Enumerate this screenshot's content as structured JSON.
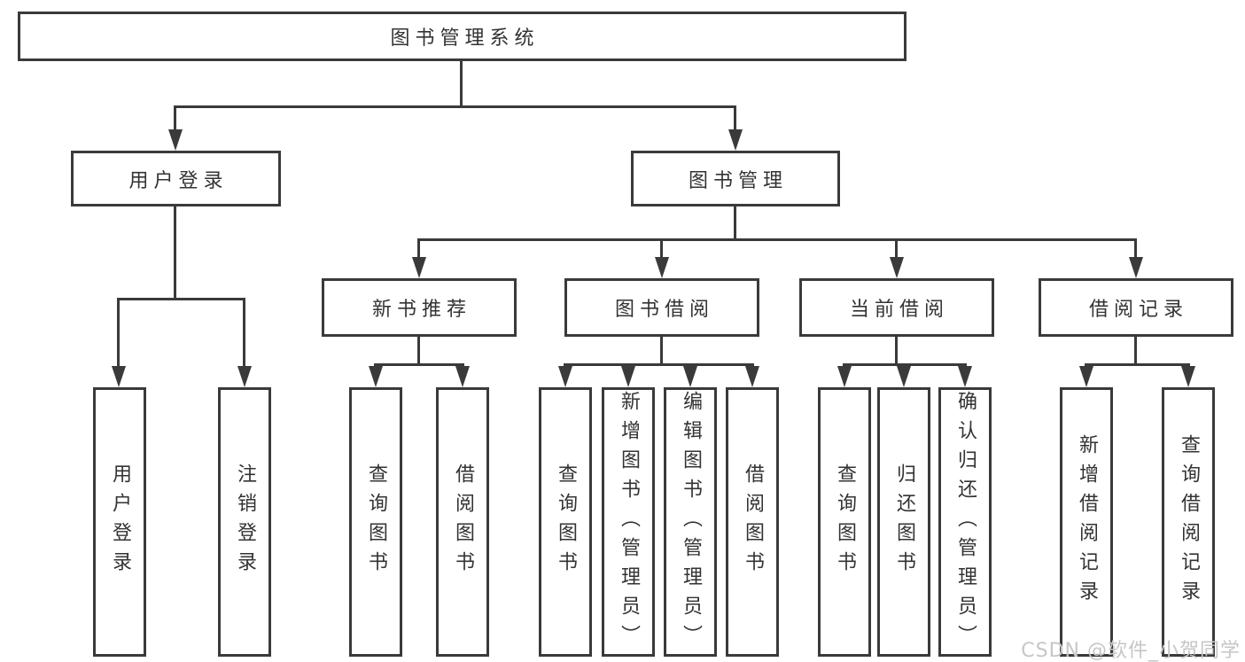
{
  "tree": {
    "root": "图书管理系统",
    "children": [
      {
        "label": "用户登录",
        "children": [
          "用户登录",
          "注销登录"
        ]
      },
      {
        "label": "图书管理",
        "children": [
          {
            "label": "新书推荐",
            "children": [
              "查询图书",
              "借阅图书"
            ]
          },
          {
            "label": "图书借阅",
            "children": [
              "查询图书",
              "新增图书（管理员）",
              "编辑图书（管理员）",
              "借阅图书"
            ]
          },
          {
            "label": "当前借阅",
            "children": [
              "查询图书",
              "归还图书",
              "确认归还（管理员）"
            ]
          },
          {
            "label": "借阅记录",
            "children": [
              "新增借阅记录",
              "查询借阅记录"
            ]
          }
        ]
      }
    ]
  },
  "icons": {
    "connector_arrow": "solid-triangle-down"
  },
  "watermark": {
    "text": "CSDN @软件_小贺同学"
  },
  "colors": {
    "line": "#3a3a3a",
    "text": "#333333",
    "watermark": "#c6c6c6",
    "bg": "#ffffff"
  }
}
